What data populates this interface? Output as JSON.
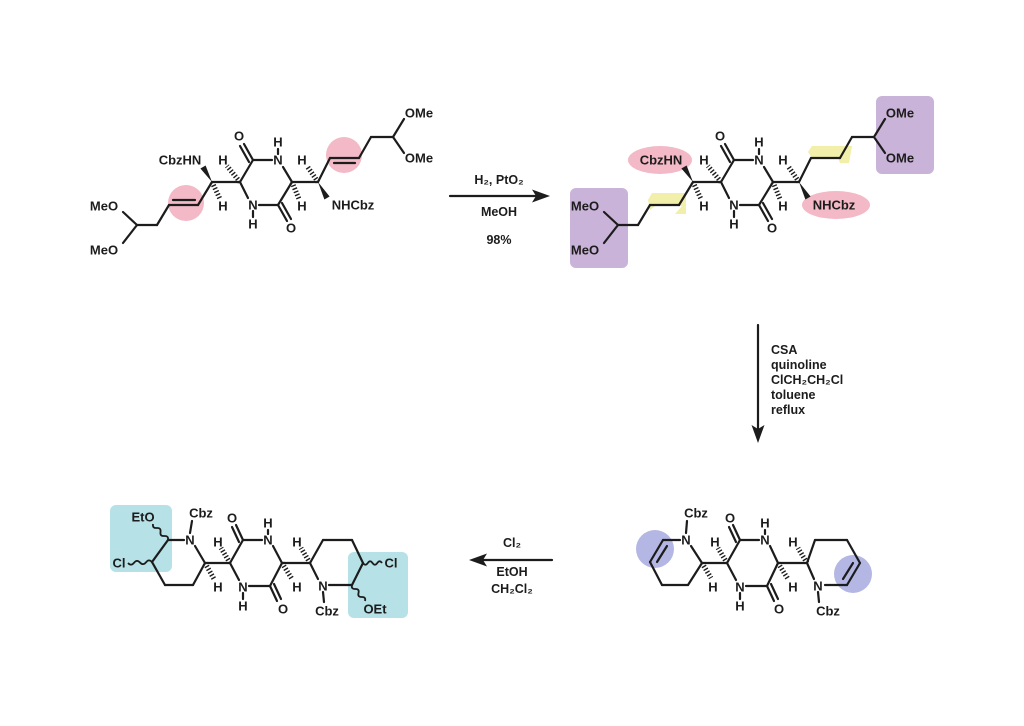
{
  "colors": {
    "alkene_highlight": "#f3b9c7",
    "carbamate_highlight": "#f3b9c7",
    "acetal_highlight": "#c9b3d8",
    "alkyl_highlight": "#f1efaa",
    "enamine_highlight": "#b4b7e3",
    "chloroether_highlight": "#b6e1e6",
    "ink": "#1c1c1c"
  },
  "reactions": {
    "step1": {
      "reagents": "H₂, PtO₂",
      "solvent": "MeOH",
      "yield": "98%"
    },
    "step2": {
      "conditions": [
        "CSA",
        "quinoline",
        "ClCH₂CH₂Cl",
        "toluene",
        "reflux"
      ]
    },
    "step3": {
      "reagent": "Cl₂",
      "solvent1": "EtOH",
      "solvent2": "CH₂Cl₂"
    }
  },
  "molecules": {
    "m1": {
      "atoms": [
        "CbzHN",
        "H",
        "H",
        "O",
        "N",
        "H",
        "H",
        "H",
        "N",
        "H",
        "O",
        "NHCbz",
        "MeO",
        "MeO",
        "OMe",
        "OMe"
      ]
    },
    "m2": {
      "atoms": [
        "CbzHN",
        "H",
        "H",
        "O",
        "N",
        "H",
        "H",
        "H",
        "N",
        "H",
        "O",
        "NHCbz",
        "MeO",
        "MeO",
        "OMe",
        "OMe"
      ]
    },
    "m3": {
      "atoms": [
        "Cbz",
        "N",
        "H",
        "H",
        "O",
        "N",
        "H",
        "H",
        "H",
        "N",
        "H",
        "O",
        "N",
        "Cbz"
      ]
    },
    "m4": {
      "atoms": [
        "EtO",
        "Cbz",
        "N",
        "Cl",
        "H",
        "H",
        "O",
        "N",
        "H",
        "H",
        "H",
        "N",
        "H",
        "O",
        "N",
        "Cbz",
        "Cl",
        "OEt"
      ]
    }
  }
}
